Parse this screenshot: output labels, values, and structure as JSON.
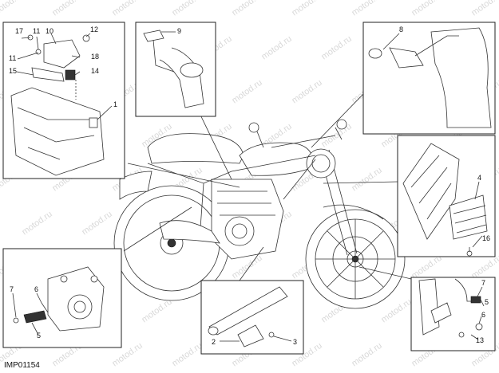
{
  "diagram": {
    "code": "IMP01154",
    "watermark": "motod.ru",
    "callouts": {
      "p1": "1",
      "p2": "2",
      "p3": "3",
      "p4": "4",
      "p5a": "5",
      "p5b": "5",
      "p6a": "6",
      "p6b": "6",
      "p7a": "7",
      "p7b": "7",
      "p8": "8",
      "p9": "9",
      "p10": "10",
      "p11a": "11",
      "p11b": "11",
      "p12": "12",
      "p13": "13",
      "p14": "14",
      "p15": "15",
      "p16": "16",
      "p17": "17",
      "p18": "18"
    }
  }
}
